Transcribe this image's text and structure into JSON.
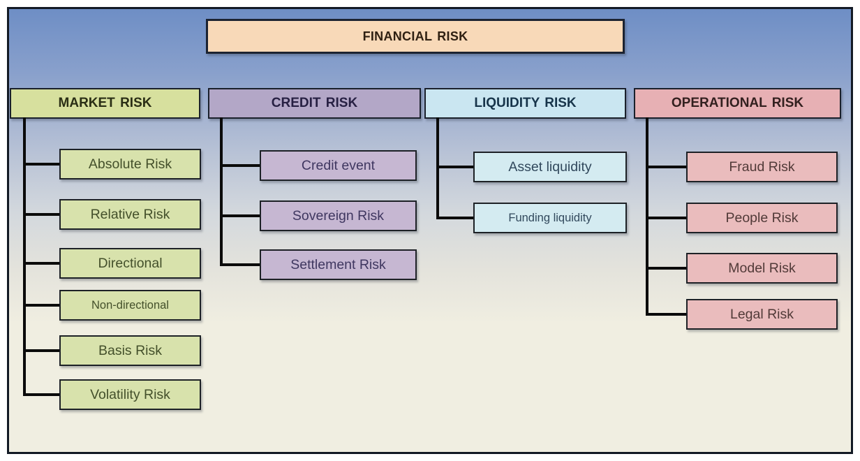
{
  "diagram": {
    "root": {
      "label": "FINANCIAL RISK",
      "fill": "#f8d9b8",
      "text_color": "#2f2012"
    },
    "columns": [
      {
        "id": "market-risk",
        "label": "MARKET RISK",
        "header_fill": "#d7e09e",
        "item_fill": "#d8e2ac",
        "header_text_color": "#2a2e15",
        "item_text_color": "#44502b",
        "items": [
          "Absolute Risk",
          "Relative Risk",
          "Directional",
          "Non-directional",
          "Basis Risk",
          "Volatility Risk"
        ]
      },
      {
        "id": "credit-risk",
        "label": "CREDIT RISK",
        "header_fill": "#b3a7c7",
        "item_fill": "#c6b7d2",
        "header_text_color": "#272043",
        "item_text_color": "#3f3760",
        "items": [
          "Credit event",
          "Sovereign Risk",
          "Settlement Risk"
        ]
      },
      {
        "id": "liquidity-risk",
        "label": "LIQUIDITY RISK",
        "header_fill": "#cae6f1",
        "item_fill": "#d4ebf1",
        "header_text_color": "#17344a",
        "item_text_color": "#31485c",
        "items": [
          "Asset liquidity",
          "Funding liquidity"
        ]
      },
      {
        "id": "operational-risk",
        "label": "OPERATIONAL RISK",
        "header_fill": "#e7b0b4",
        "item_fill": "#eabcbd",
        "header_text_color": "#33201f",
        "item_text_color": "#513a38",
        "items": [
          "Fraud Risk",
          "People Risk",
          "Model Risk",
          "Legal Risk"
        ]
      }
    ],
    "connector_color": "#0b0b0b",
    "panel_border_color": "#131a25",
    "background_gradient": {
      "top": "#6e8ec5",
      "middle": "#d3d8dd",
      "bottom": "#f0eee1"
    }
  }
}
